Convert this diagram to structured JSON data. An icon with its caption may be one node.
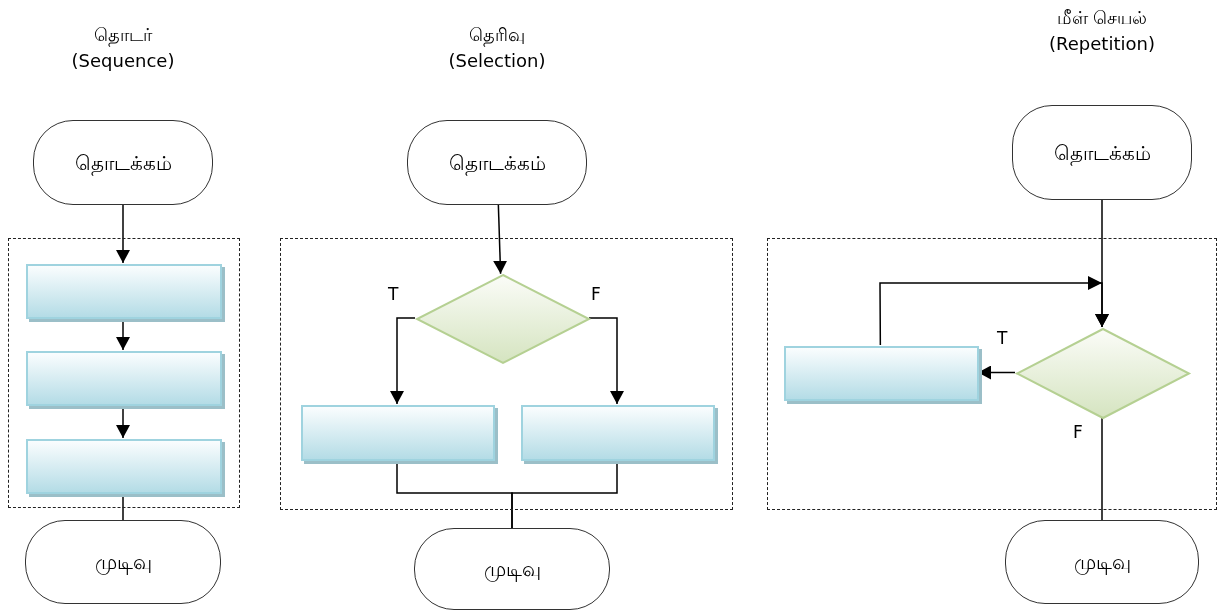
{
  "diagram": {
    "nodes": [
      {
        "text": [
          "தொடக்கம்"
        ]
      },
      {
        "text": [],
        "shape": "box"
      },
      {
        "text": [],
        "shape": "box",
        "in": 1
      },
      {
        "text": [],
        "shape": "box",
        "in": 1
      },
      {
        "text": [],
        "shape": "box",
        "in": 1
      },
      {
        "text": [
          "முடிவு"
        ]
      },
      {
        "text": [
          "தொடக்கம்"
        ]
      },
      {
        "text": [],
        "shape": "box"
      },
      {
        "text": [],
        "shape": "diamond",
        "in": 7
      },
      {
        "text": [],
        "shape": "box",
        "in": 7
      },
      {
        "text": [],
        "shape": "box",
        "in": 7
      },
      {
        "text": [
          "முடிவு"
        ]
      },
      {
        "text": [
          "தொடக்கம்"
        ]
      },
      {
        "text": [],
        "shape": "box"
      },
      {
        "text": [],
        "shape": "diamond",
        "in": 13
      },
      {
        "text": [],
        "shape": "box",
        "in": 13
      },
      {
        "text": [
          "முடிவு"
        ]
      }
    ],
    "edges": [
      {
        "from": 0,
        "to": 2,
        "arrow": "to"
      },
      {
        "from": 2,
        "to": 3,
        "arrow": "to"
      },
      {
        "from": 3,
        "to": 4,
        "arrow": "to"
      },
      {
        "from": 4,
        "to": 5,
        "arrow": "none"
      },
      {
        "from": 6,
        "to": 8,
        "arrow": "to"
      },
      {
        "from": 8,
        "to": 9,
        "arrow": "to",
        "label": "T"
      },
      {
        "from": 8,
        "to": 10,
        "arrow": "to",
        "label": "F"
      },
      {
        "from": 9,
        "to": 11,
        "arrow": "none"
      },
      {
        "from": 10,
        "to": 11,
        "arrow": "none"
      },
      {
        "from": 12,
        "to": 14,
        "arrow": "to"
      },
      {
        "from": 14,
        "to": 15,
        "arrow": "to",
        "label": "T"
      },
      {
        "from": 15,
        "to": 14,
        "arrow": "to"
      },
      {
        "from": 14,
        "to": 16,
        "arrow": "none",
        "label": "F"
      }
    ],
    "labels": [
      "தொடர் (Sequence)",
      "தெரிவு (Selection)",
      "மீள் செயல் (Repetition)"
    ]
  }
}
